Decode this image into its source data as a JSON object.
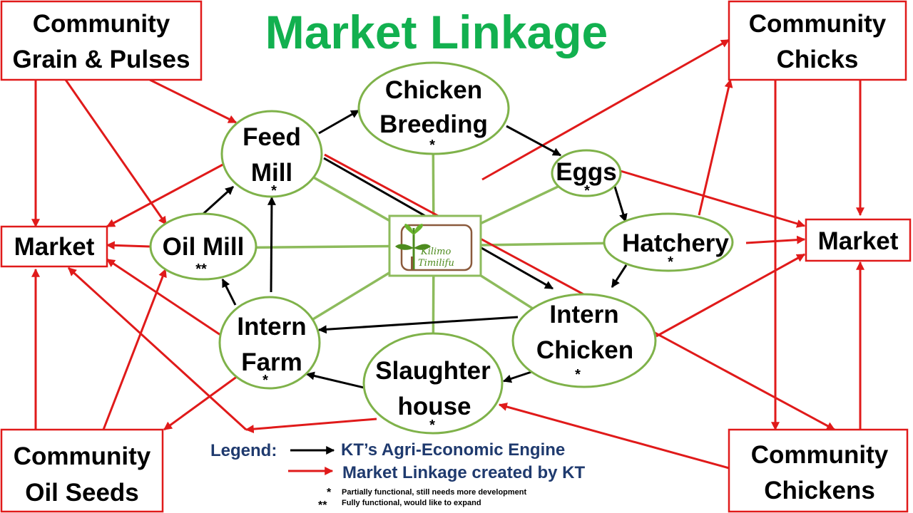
{
  "title": "Market Linkage",
  "colors": {
    "title": "#12b04f",
    "red_link": "#e01a1a",
    "black_link": "#000000",
    "green_link": "#8dbb5c",
    "node_border": "#7fb24a",
    "legend_text": "#1f3a6e"
  },
  "boxes": {
    "community_grain": {
      "lines": [
        "Community",
        "Grain & Pulses"
      ]
    },
    "community_chicks": {
      "lines": [
        "Community",
        "Chicks"
      ]
    },
    "market_left": {
      "lines": [
        "Market"
      ]
    },
    "market_right": {
      "lines": [
        "Market"
      ]
    },
    "community_oil_seeds": {
      "lines": [
        "Community",
        "Oil Seeds"
      ]
    },
    "community_chickens": {
      "lines": [
        "Community",
        "Chickens"
      ]
    }
  },
  "nodes": {
    "feed_mill": {
      "lines": [
        "Feed",
        "Mill"
      ],
      "mark": "*"
    },
    "chicken_breeding": {
      "lines": [
        "Chicken",
        "Breeding"
      ],
      "mark": "*"
    },
    "eggs": {
      "lines": [
        "Eggs"
      ],
      "mark": "*"
    },
    "oil_mill": {
      "lines": [
        "Oil Mill"
      ],
      "mark": "**"
    },
    "hatchery": {
      "lines": [
        "Hatchery"
      ],
      "mark": "*"
    },
    "intern_farm": {
      "lines": [
        "Intern",
        "Farm"
      ],
      "mark": "*"
    },
    "intern_chicken": {
      "lines": [
        "Intern",
        "Chicken"
      ],
      "mark": "*"
    },
    "slaughter_house": {
      "lines": [
        "Slaughter",
        "house"
      ],
      "mark": "*"
    }
  },
  "logo": {
    "line1": "Kilimo",
    "line2": "Timilifu",
    "icon": "plant-sprout-icon"
  },
  "legend": {
    "heading": "Legend:",
    "black_label": "KT’s Agri-Economic Engine",
    "red_label": "Market Linkage created by KT",
    "note1_mark": "*",
    "note1_text": "Partially functional, still needs more development",
    "note2_mark": "**",
    "note2_text": "Fully functional, would like to expand"
  }
}
